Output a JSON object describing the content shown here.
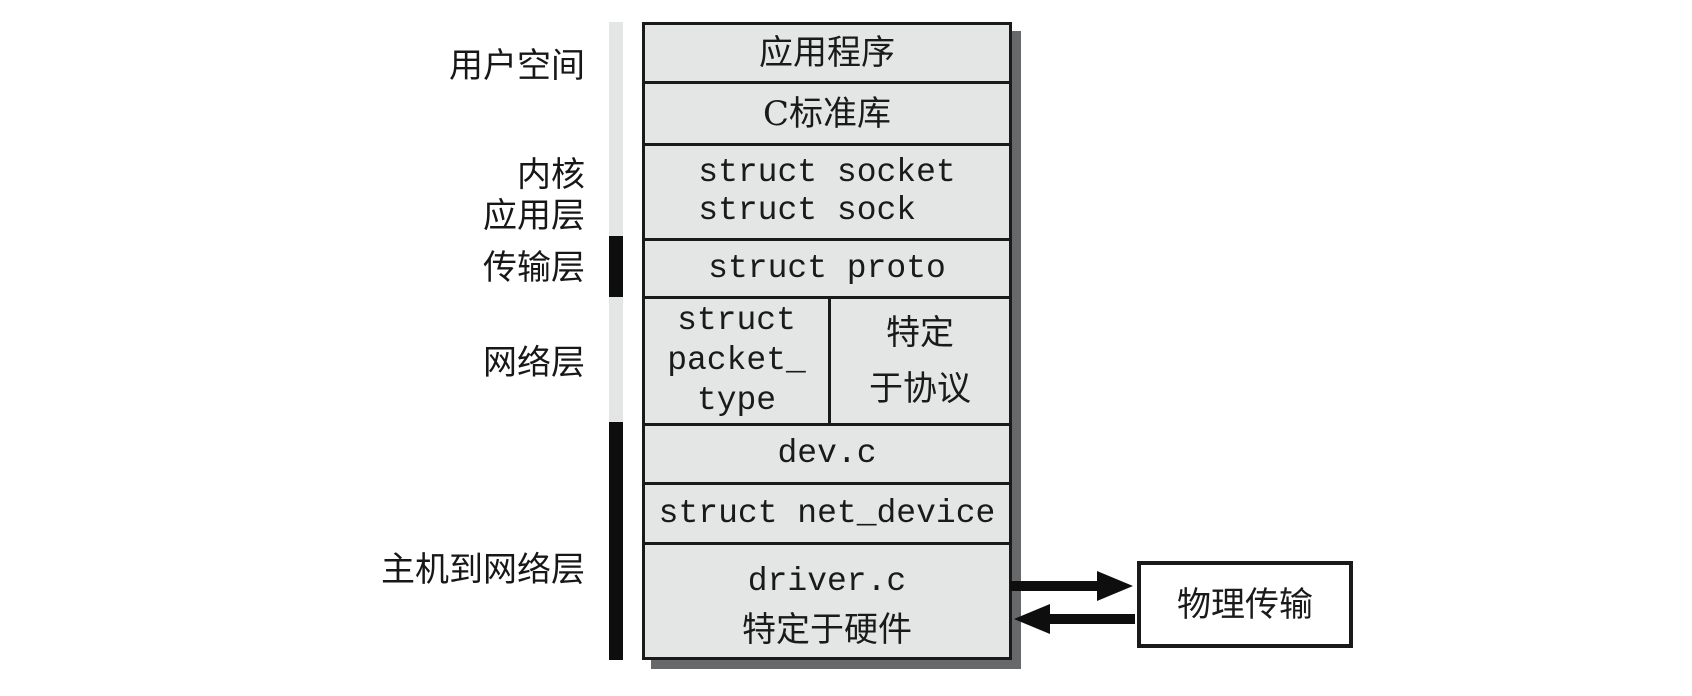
{
  "figure": {
    "side_labels": {
      "user_space": "用户空间",
      "kernel_app": "内核\n应用层",
      "transport": "传输层",
      "network": "网络层",
      "host_to_network": "主机到网络层"
    },
    "stack": {
      "application": "应用程序",
      "c_library": "C标准库",
      "socket_layer": "struct socket\nstruct sock",
      "transport_layer": "struct proto",
      "network_layer_left": "struct\npacket_\ntype",
      "network_layer_right": "特定\n于协议",
      "dev": "dev.c",
      "net_device": "struct net_device",
      "driver": "driver.c",
      "driver_note": "特定于硬件"
    },
    "physical_box": "物理传输",
    "colors": {
      "box_fill": "#e4e6e5",
      "border": "#1a1a1a",
      "shadow": "#66686a",
      "bar_light": "#e4e6e5",
      "bar_dark": "#0e0e0e",
      "background": "#ffffff"
    }
  }
}
